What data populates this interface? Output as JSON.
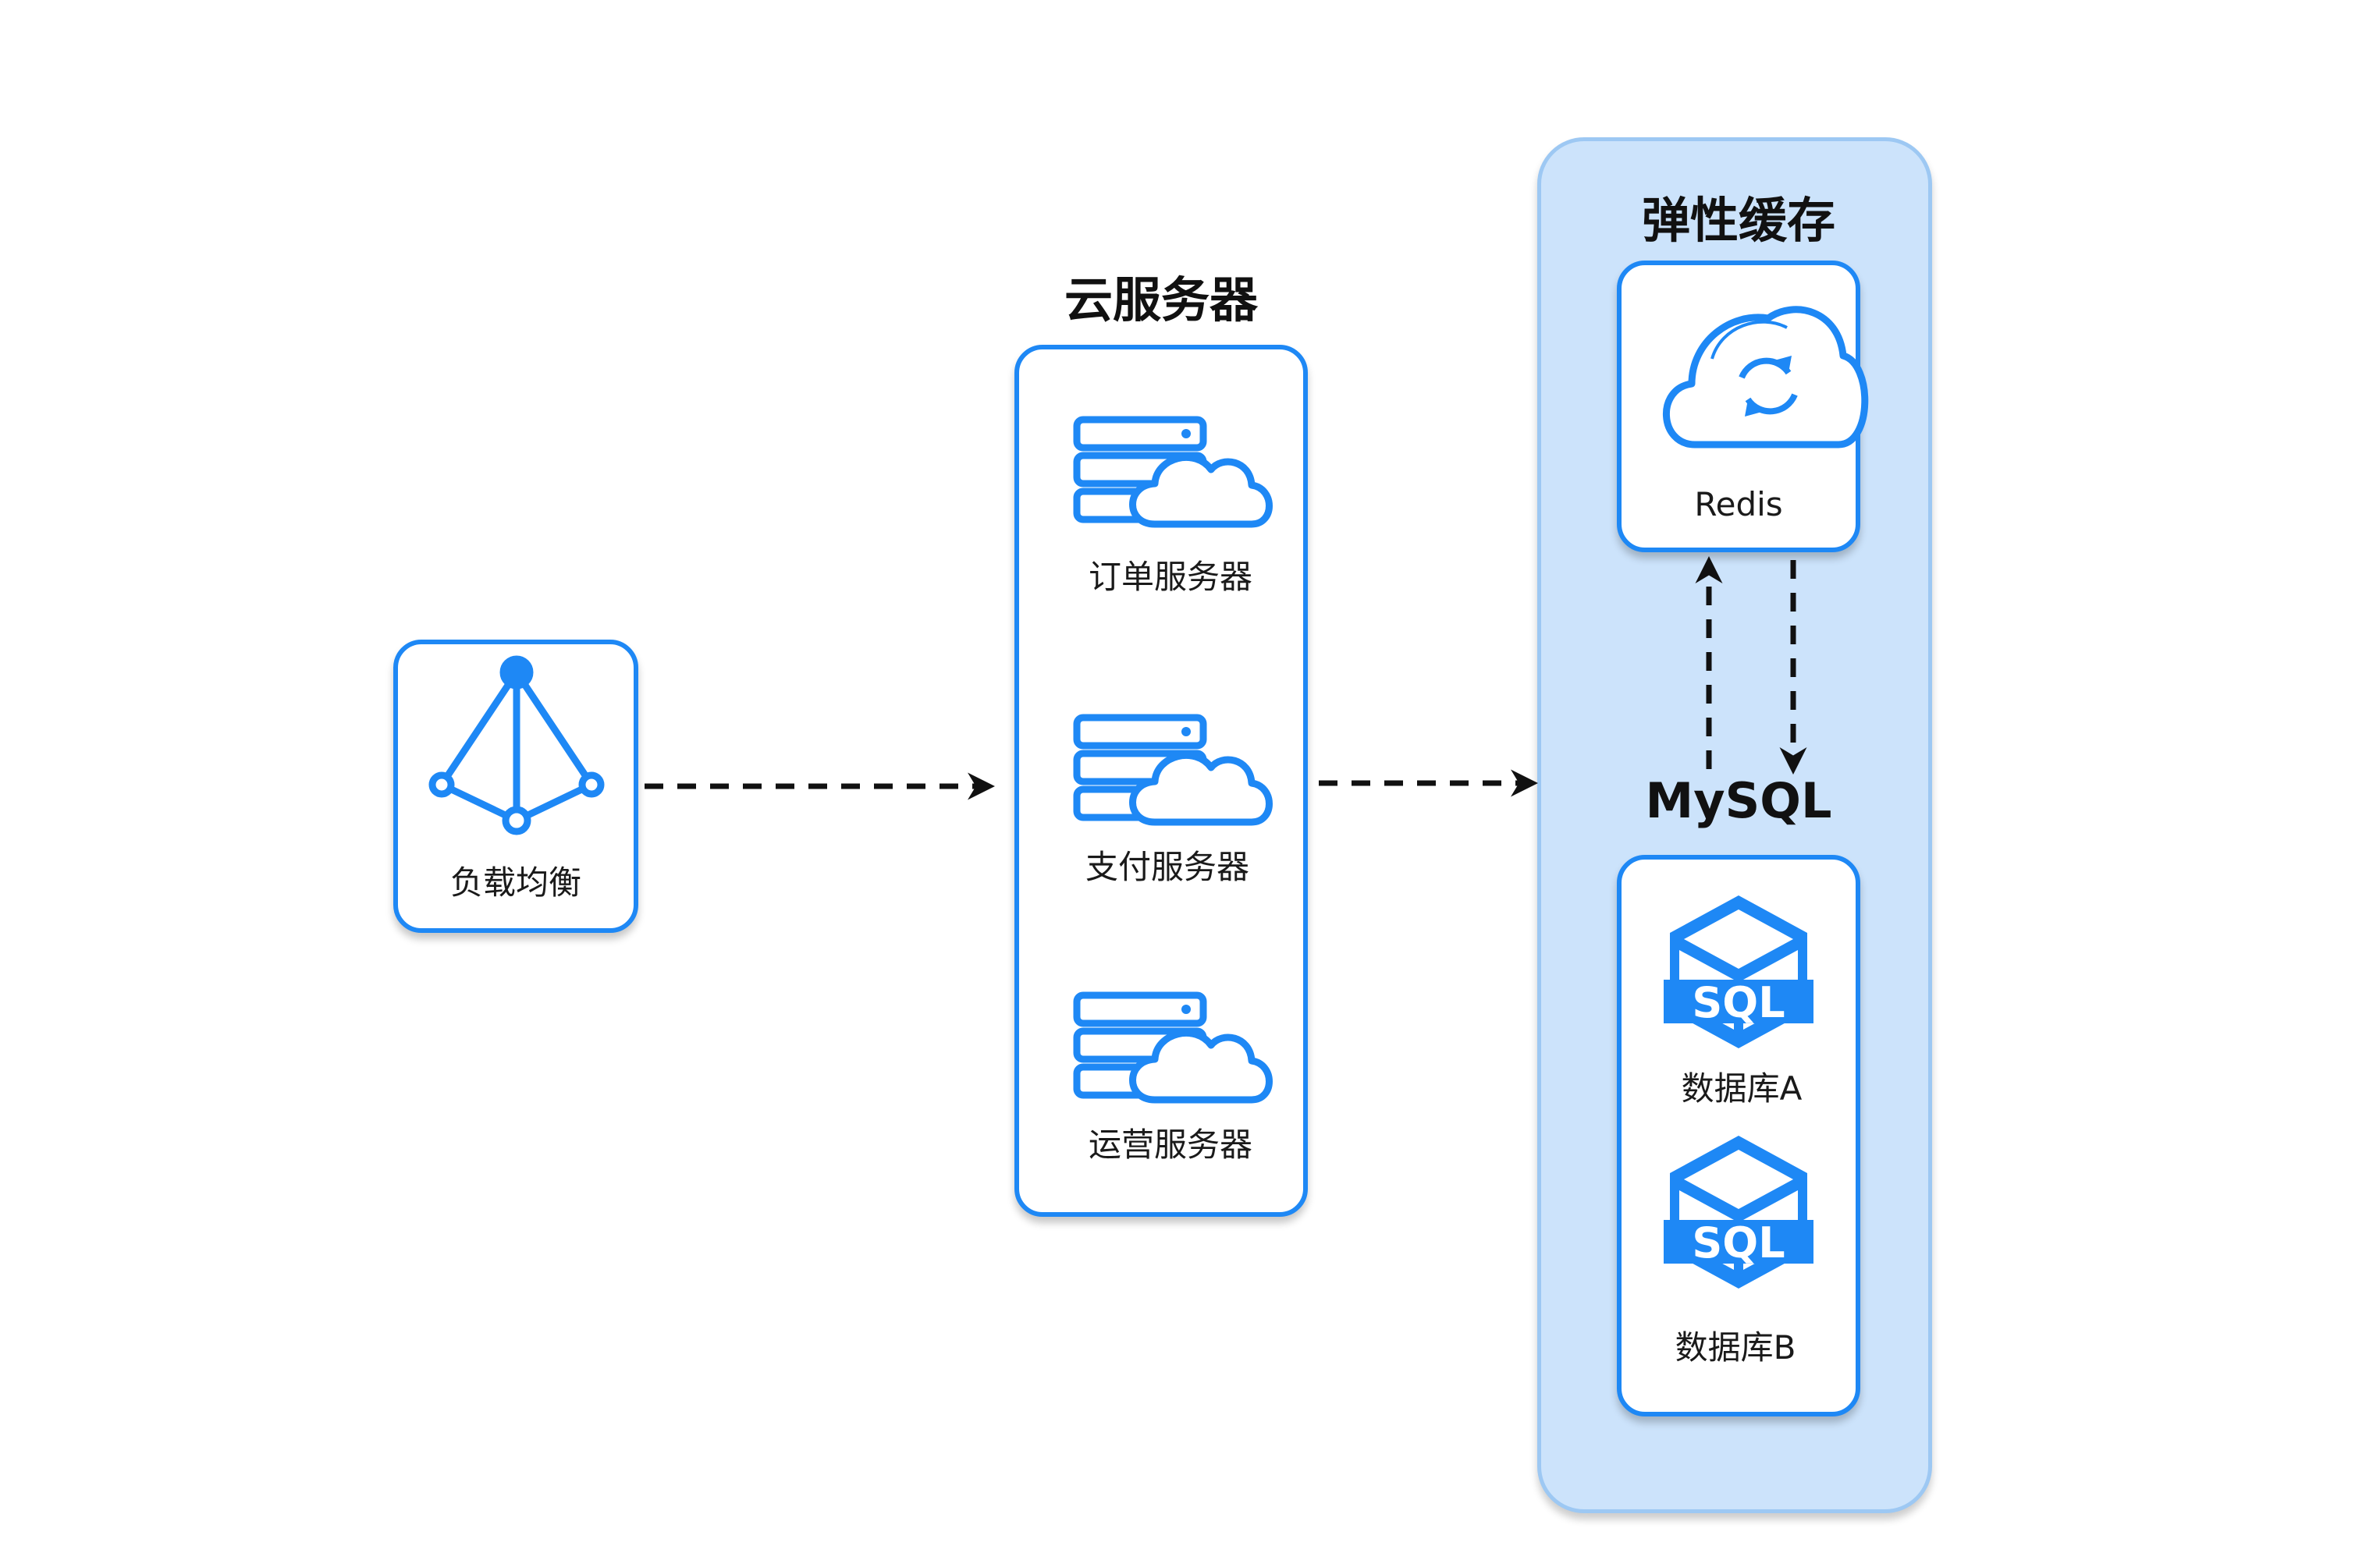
{
  "colors": {
    "accent": "#1e88f5",
    "panel_fill": "#cce3fb",
    "panel_border": "#9dc8f3",
    "arrow": "#111111"
  },
  "load_balancer": {
    "label": "负载均衡",
    "icon": "load-balancer-icon"
  },
  "cloud_servers": {
    "title": "云服务器",
    "items": [
      {
        "label": "订单服务器",
        "icon": "server-cloud-icon"
      },
      {
        "label": "支付服务器",
        "icon": "server-cloud-icon"
      },
      {
        "label": "运营服务器",
        "icon": "server-cloud-icon"
      }
    ]
  },
  "elastic_cache": {
    "title": "弹性缓存",
    "redis": {
      "label": "Redis",
      "icon": "cloud-sync-icon"
    },
    "mysql": {
      "title": "MySQL",
      "databases": [
        {
          "label": "数据库A",
          "icon": "sql-database-icon",
          "badge": "SQL"
        },
        {
          "label": "数据库B",
          "icon": "sql-database-icon",
          "badge": "SQL"
        }
      ]
    }
  }
}
